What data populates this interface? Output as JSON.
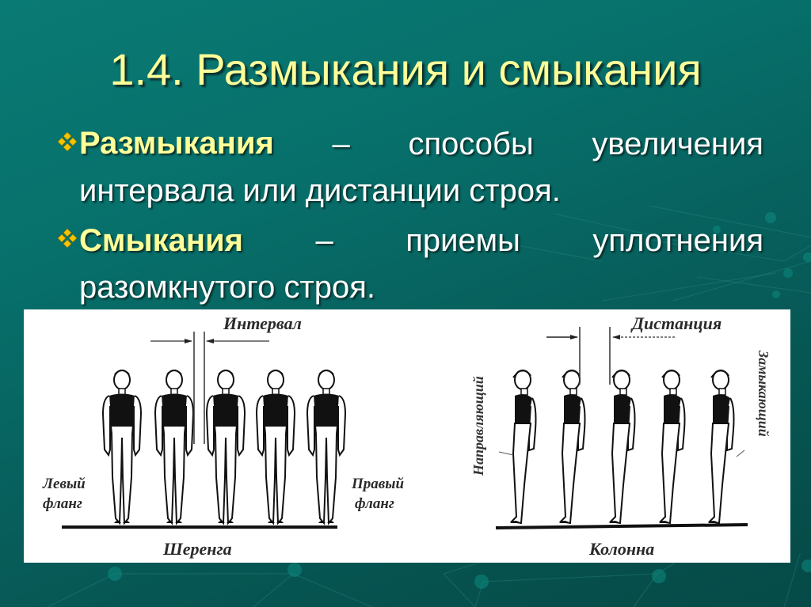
{
  "slide": {
    "title": "1.4. Размыкания и смыкания",
    "bullets": [
      {
        "icon": "four-diamond-bullet-icon",
        "term": "Размыкания",
        "dash": "–",
        "words_line1": [
          "способы",
          "увеличения"
        ],
        "line2": "интервала или дистанции строя."
      },
      {
        "icon": "four-diamond-bullet-icon",
        "term": "Смыкания",
        "dash": "–",
        "words_line1": [
          "приемы",
          "уплотнения"
        ],
        "line2": "разомкнутого строя."
      }
    ],
    "colors": {
      "background": "#07706b",
      "title": "#ffff99",
      "term": "#ffff99",
      "body_text": "#ffffff",
      "bullet": "#f5c400"
    }
  },
  "figure": {
    "left_diagram": {
      "formation": "Шеренга",
      "measure_label": "Интервал",
      "left_label_line1": "Левый",
      "left_label_line2": "фланг",
      "right_label_line1": "Правый",
      "right_label_line2": "фланг",
      "figure_count": 5
    },
    "right_diagram": {
      "formation": "Колонна",
      "measure_label": "Дистанция",
      "front_label": "Направляющий",
      "rear_label": "Замыкающий",
      "figure_count": 5
    }
  }
}
